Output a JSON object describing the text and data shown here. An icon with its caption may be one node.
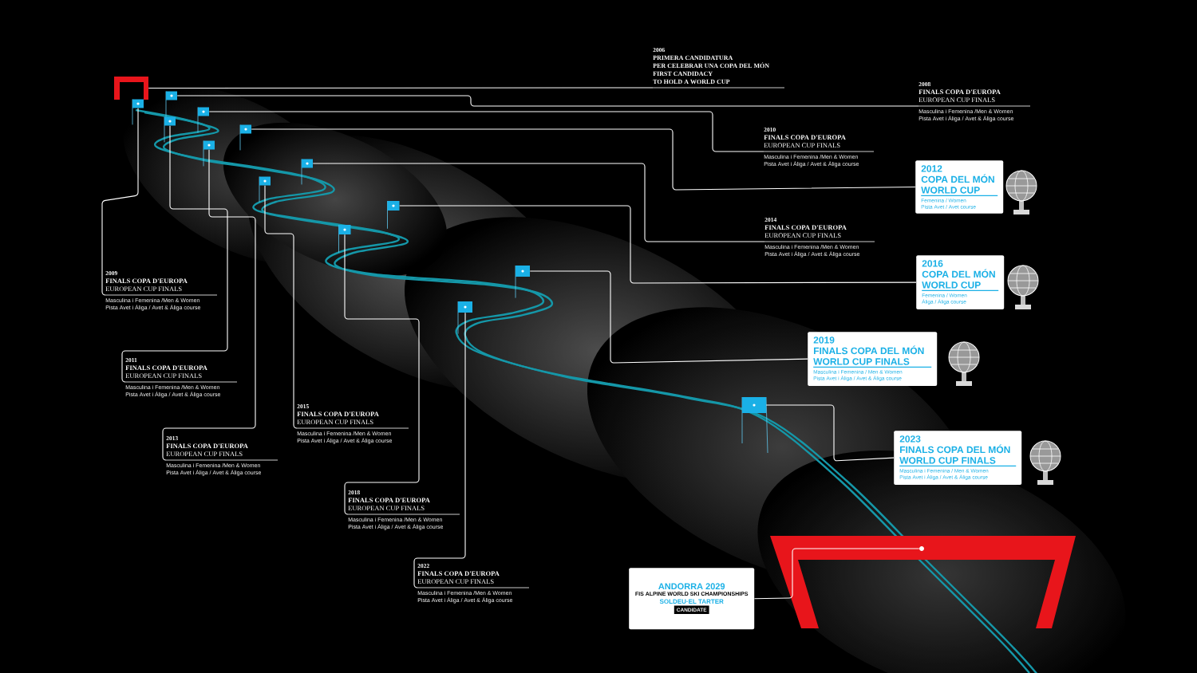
{
  "diagram": {
    "nodes": [
      {
        "text": [],
        "shape": "picture"
      },
      {
        "text": [],
        "shape": "flag"
      },
      {
        "text": [],
        "shape": "flag"
      },
      {
        "text": [],
        "shape": "flag"
      },
      {
        "text": [],
        "shape": "flag"
      },
      {
        "text": [],
        "shape": "flag"
      },
      {
        "text": [],
        "shape": "flag"
      },
      {
        "text": [],
        "shape": "flag"
      },
      {
        "text": [],
        "shape": "flag"
      },
      {
        "text": [],
        "shape": "flag"
      },
      {
        "text": [],
        "shape": "flag"
      },
      {
        "text": [],
        "shape": "flag"
      },
      {
        "text": [],
        "shape": "flag"
      },
      {
        "text": [],
        "shape": "flag"
      },
      {
        "text": [
          "2006",
          "PRIMERA CANDIDATURA",
          "PER CELEBRAR UNA COPA DEL MÓN",
          "FIRST CANDIDACY",
          "TO HOLD A WORLD CUP"
        ]
      },
      {
        "text": [
          "2008",
          "FINALS COPA D'EUROPA",
          "EUROPEAN CUP FINALS",
          "Masculina i Femenina /Men & Women",
          "Pista Avet i Àliga / Avet & Àliga course"
        ]
      },
      {
        "text": [
          "2010",
          "FINALS COPA D'EUROPA",
          "EUROPEAN CUP FINALS",
          "Masculina i Femenina /Men & Women",
          "Pista Avet i Àliga / Avet & Àliga course"
        ]
      },
      {
        "text": [
          "2012",
          "COPA DEL MÓN",
          "WORLD CUP",
          "Femenina / Women",
          "Pista Avet / Avet course"
        ]
      },
      {
        "text": [
          "2014",
          "FINALS COPA D'EUROPA",
          "EUROPEAN CUP FINALS",
          "Masculina i Femenina /Men & Women",
          "Pista Avet i Àliga / Avet & Àliga course"
        ]
      },
      {
        "text": [
          "2016",
          "COPA DEL MÓN",
          "WORLD CUP",
          "Femenina / Women",
          "Àliga / Àliga course"
        ]
      },
      {
        "text": [
          "2009",
          "FINALS COPA D'EUROPA",
          "EUROPEAN CUP FINALS",
          "Masculina i Femenina /Men & Women",
          "Pista Avet i Àliga / Avet & Àliga course"
        ]
      },
      {
        "text": [
          "2019",
          "FINALS COPA DEL MÓN",
          "WORLD CUP FINALS",
          "Masculina i Femenina / Men & Women",
          "Pista Avet i Àliga / Avet & Àliga course"
        ]
      },
      {
        "text": [
          "2011",
          "FINALS COPA D'EUROPA",
          "EUROPEAN CUP FINALS",
          "Masculina i Femenina /Men & Women",
          "Pista Avet i Àliga / Avet & Àliga course"
        ]
      },
      {
        "text": [
          "2015",
          "FINALS COPA D'EUROPA",
          "EUROPEAN CUP FINALS",
          "Masculina i Femenina /Men & Women",
          "Pista Avet i Àliga / Avet & Àliga course"
        ]
      },
      {
        "text": [
          "2013",
          "FINALS COPA D'EUROPA",
          "EUROPEAN CUP FINALS",
          "Masculina i Femenina /Men & Women",
          "Pista Avet i Àliga / Avet & Àliga course"
        ]
      },
      {
        "text": [
          "2023",
          "FINALS COPA DEL MÓN",
          "WORLD CUP FINALS",
          "Masculina i Femenina / Men & Women",
          "Pista Avet i Àliga / Avet & Àliga course"
        ]
      },
      {
        "text": [
          "2018",
          "FINALS COPA D'EUROPA",
          "EUROPEAN CUP FINALS",
          "Masculina i Femenina /Men & Women",
          "Pista Avet i Àliga / Avet & Àliga course"
        ]
      },
      {
        "text": [
          "2022",
          "FINALS COPA D'EUROPA",
          "EUROPEAN CUP FINALS",
          "Masculina i Femenina /Men & Women",
          "Pista Avet i Àliga / Avet & Àliga course"
        ]
      },
      {
        "text": [
          "ANDORRA 2029",
          "FIS ALPINE WORLD SKI CHAMPIONSHIPS",
          "SOLDEU·EL TARTER",
          "CANDIDATE"
        ]
      },
      {
        "text": [],
        "shape": "circle"
      }
    ],
    "edges": [
      {
        "from": 0,
        "to": 14,
        "arrow": "none"
      },
      {
        "from": 1,
        "to": 15,
        "arrow": "none"
      },
      {
        "from": 3,
        "to": 16,
        "arrow": "none"
      },
      {
        "from": 5,
        "to": 17,
        "arrow": "none"
      },
      {
        "from": 7,
        "to": 18,
        "arrow": "none"
      },
      {
        "from": 9,
        "to": 19,
        "arrow": "none"
      },
      {
        "from": 2,
        "to": 20,
        "arrow": "none"
      },
      {
        "from": 11,
        "to": 21,
        "arrow": "none"
      },
      {
        "from": 4,
        "to": 22,
        "arrow": "none"
      },
      {
        "from": 8,
        "to": 23,
        "arrow": "none"
      },
      {
        "from": 6,
        "to": 24,
        "arrow": "none"
      },
      {
        "from": 13,
        "to": 25,
        "arrow": "none"
      },
      {
        "from": 10,
        "to": 26,
        "arrow": "none"
      },
      {
        "from": 12,
        "to": 27,
        "arrow": "none"
      },
      {
        "from": 28,
        "to": 29,
        "arrow": "none"
      }
    ]
  }
}
